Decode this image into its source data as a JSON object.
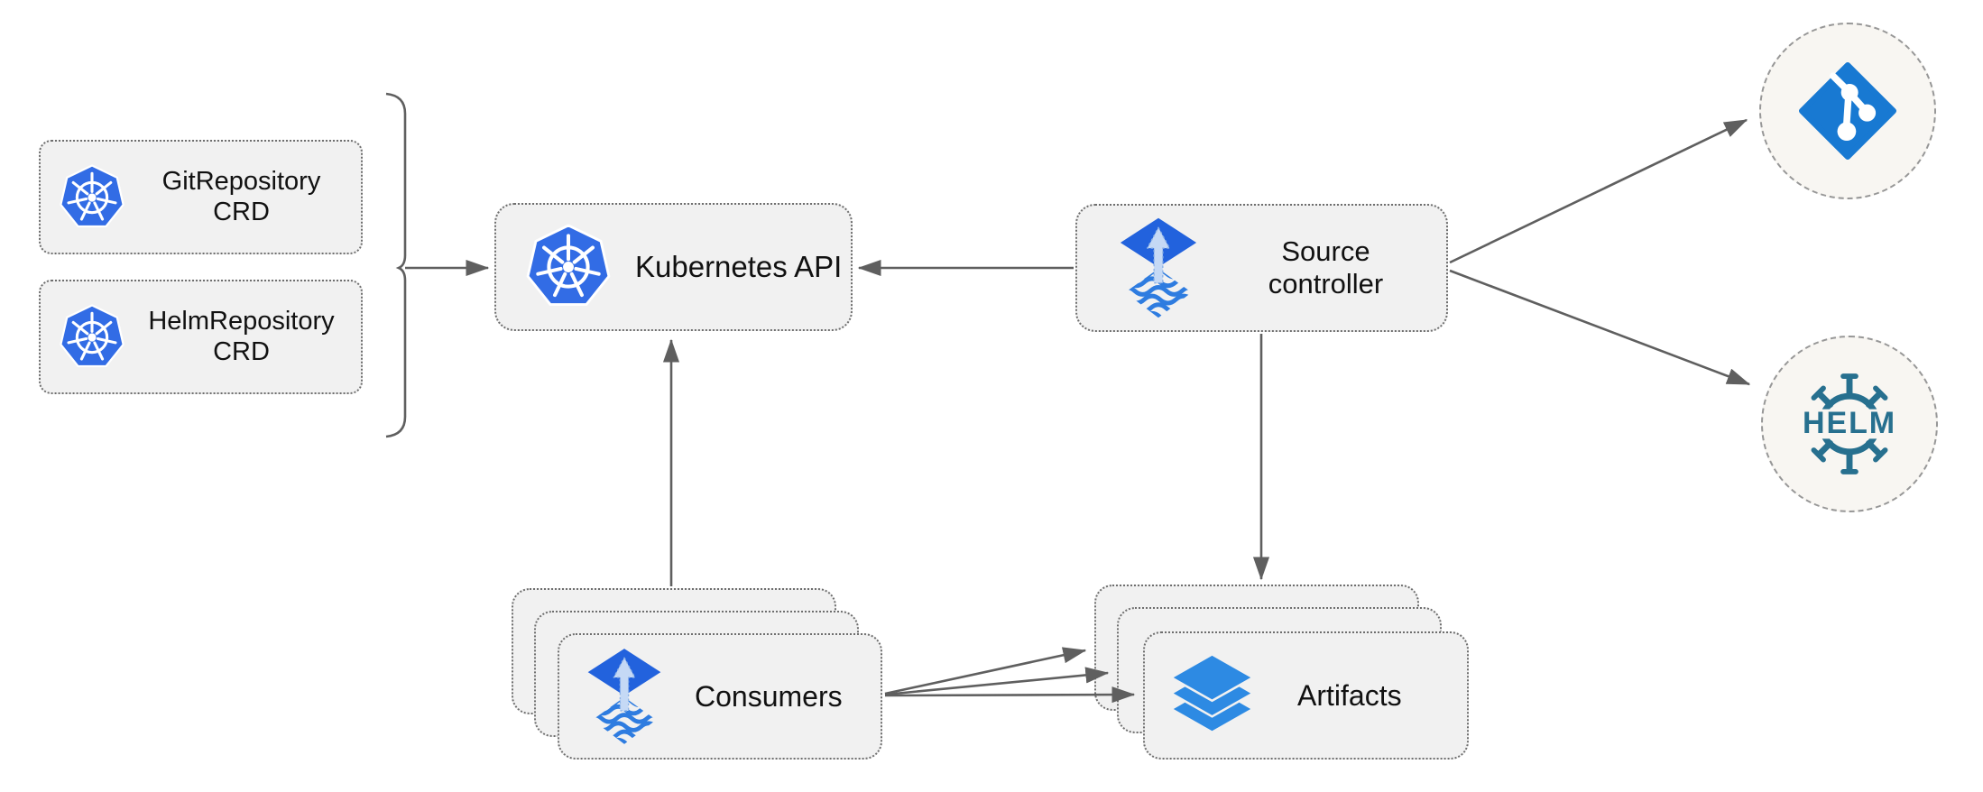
{
  "nodes": {
    "git_crd": {
      "line1": "GitRepository",
      "line2": "CRD",
      "icon": "kubernetes-icon"
    },
    "helm_crd": {
      "line1": "HelmRepository",
      "line2": "CRD",
      "icon": "kubernetes-icon"
    },
    "kubernetes_api": {
      "label": "Kubernetes API",
      "icon": "kubernetes-icon"
    },
    "source_controller": {
      "line1": "Source",
      "line2": "controller",
      "icon": "flux-icon"
    },
    "consumers": {
      "label": "Consumers",
      "stacked": 3,
      "icon": "flux-icon"
    },
    "artifacts": {
      "label": "Artifacts",
      "stacked": 3,
      "icon": "layers-icon"
    },
    "git_registry": {
      "icon": "git-icon"
    },
    "helm_registry": {
      "label": "HELM",
      "icon": "helm-icon"
    }
  },
  "edges": [
    {
      "from": "git_crd + helm_crd",
      "to": "kubernetes_api",
      "via": "brace",
      "arrow": "end"
    },
    {
      "from": "source_controller",
      "to": "kubernetes_api",
      "arrow": "end"
    },
    {
      "from": "consumers",
      "to": "kubernetes_api",
      "arrow": "end"
    },
    {
      "from": "source_controller",
      "to": "artifacts",
      "arrow": "end"
    },
    {
      "from": "source_controller",
      "to": "git_registry",
      "arrow": "end"
    },
    {
      "from": "source_controller",
      "to": "helm_registry",
      "arrow": "end"
    },
    {
      "from": "consumers",
      "to": "artifacts",
      "arrow": "end",
      "count": 3
    }
  ],
  "colors": {
    "kubernetes_blue": "#326ce5",
    "flux_blue": "#2262dd",
    "flux_wave_blue": "#2e7ce0",
    "flux_arrow_light": "#c5d9f5",
    "git_blue": "#1879d2",
    "helm_teal": "#27708f",
    "layers_blue": "#2d8ae3",
    "node_fill": "#f1f1f1",
    "node_border": "#6e6e6e",
    "registry_fill": "#f8f6f2",
    "registry_border": "#979797",
    "connector_gray": "#5f5f5f",
    "text_color": "#111111",
    "background": "#ffffff"
  }
}
